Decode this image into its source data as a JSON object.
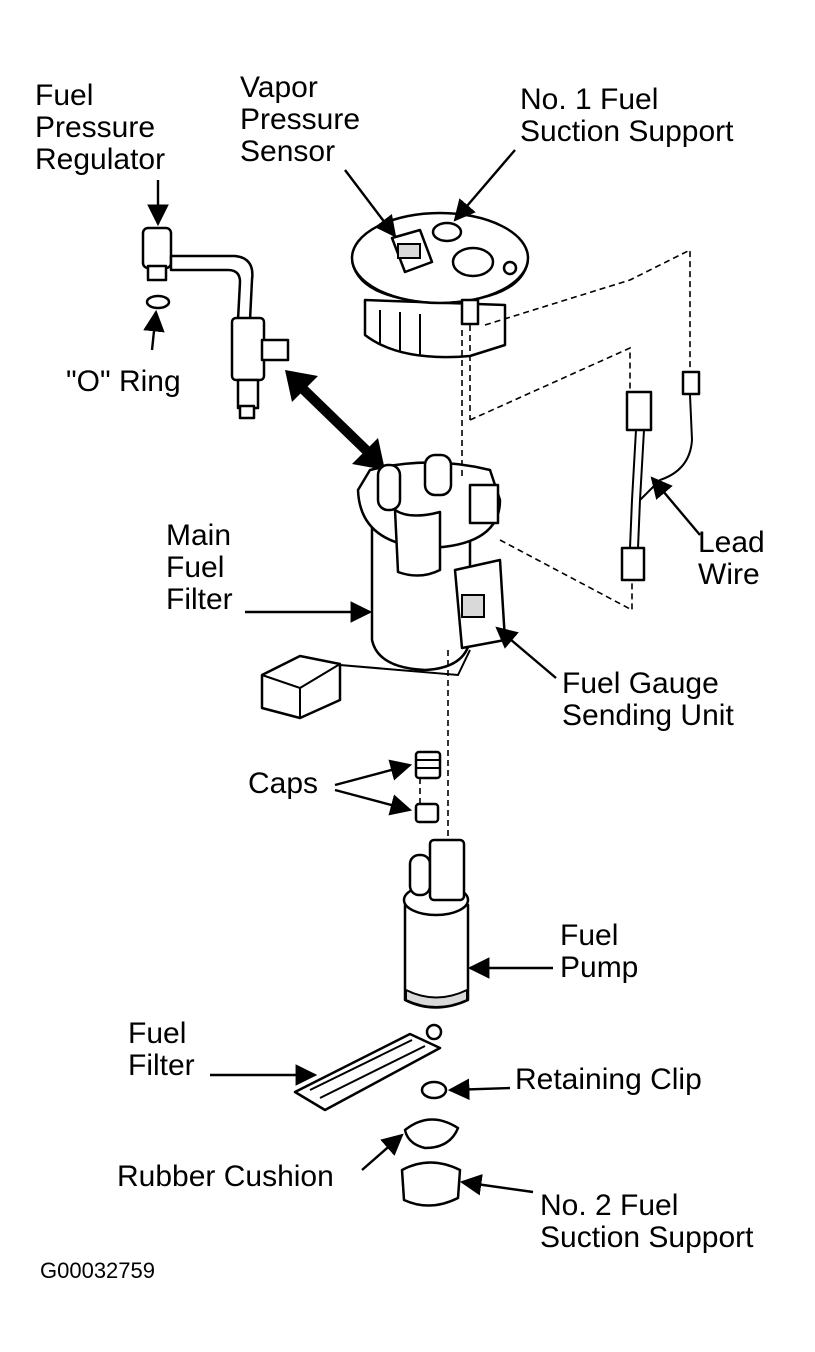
{
  "labels": {
    "fuel_pressure_regulator": [
      "Fuel",
      "Pressure",
      "Regulator"
    ],
    "vapor_pressure_sensor": [
      "Vapor",
      "Pressure",
      "Sensor"
    ],
    "no1_fuel_suction_support": [
      "No. 1 Fuel",
      "Suction Support"
    ],
    "o_ring": "\"O\" Ring",
    "main_fuel_filter": [
      "Main",
      "Fuel",
      "Filter"
    ],
    "lead_wire": [
      "Lead",
      "Wire"
    ],
    "fuel_gauge_sending_unit": [
      "Fuel Gauge",
      "Sending Unit"
    ],
    "caps": "Caps",
    "fuel_pump": [
      "Fuel",
      "Pump"
    ],
    "fuel_filter": [
      "Fuel",
      "Filter"
    ],
    "retaining_clip": "Retaining Clip",
    "rubber_cushion": "Rubber Cushion",
    "no2_fuel_suction_support": [
      "No. 2 Fuel",
      "Suction Support"
    ]
  },
  "figure_code": "G00032759"
}
